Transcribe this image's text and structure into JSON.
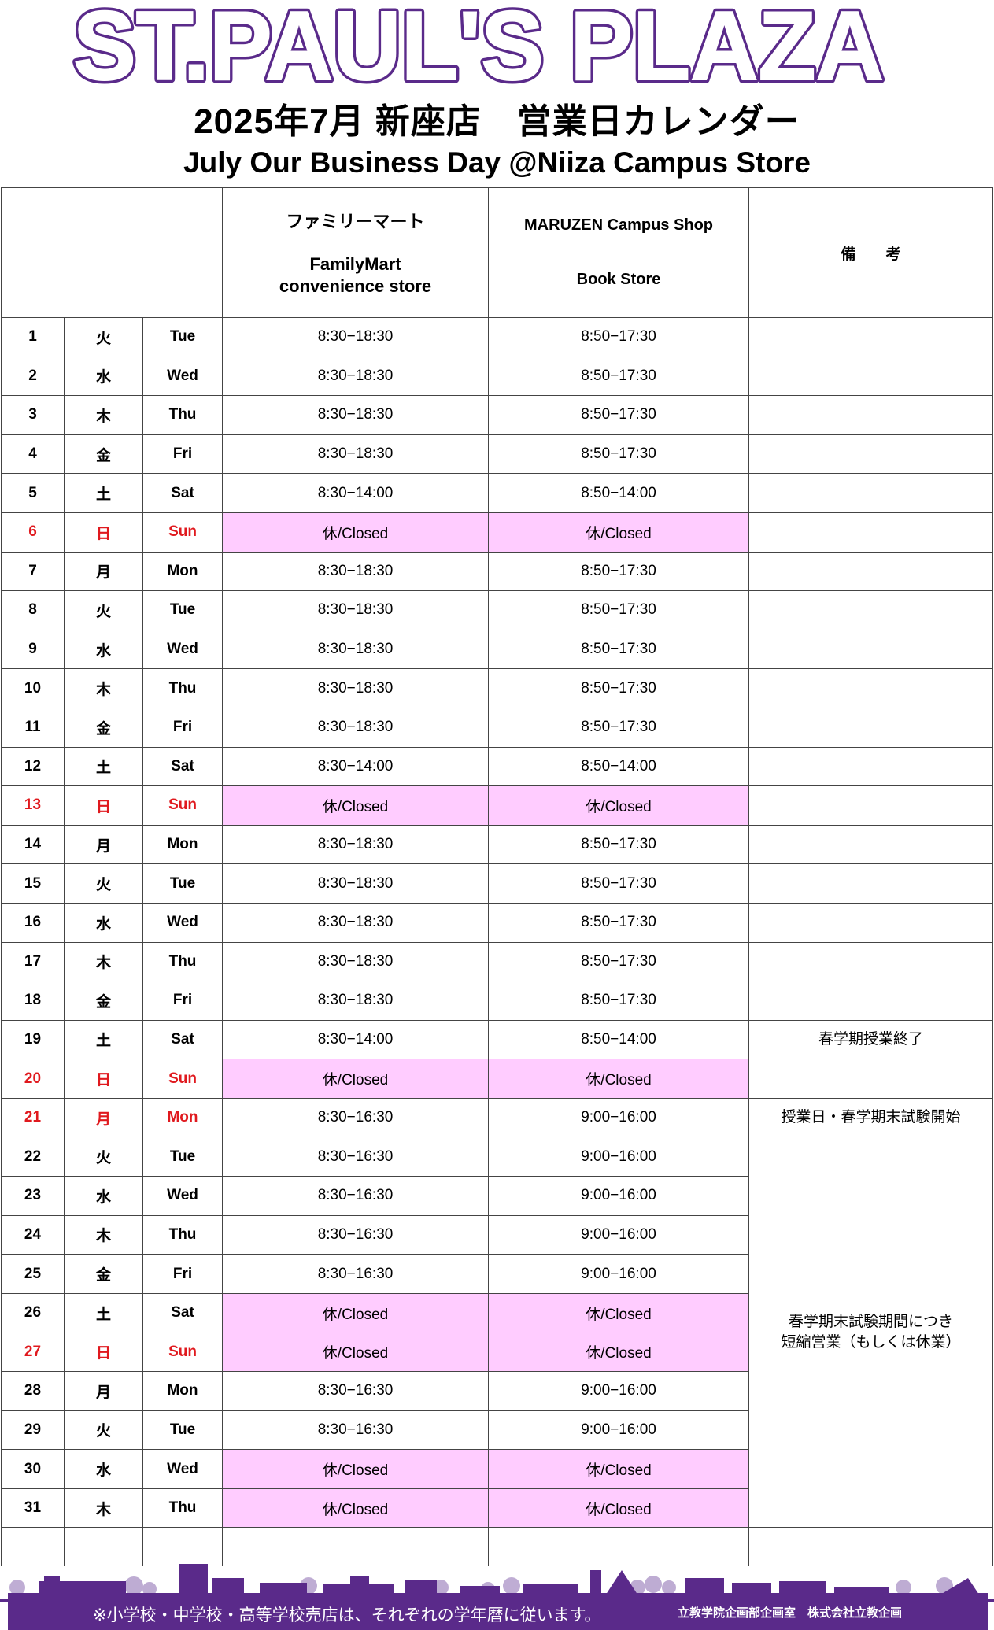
{
  "logo_text": "ST.PAUL'S PLAZA",
  "title_jp": "2025年7月 新座店　営業日カレンダー",
  "title_en": "July Our Business Day @Niiza Campus Store",
  "columns": {
    "familymart_jp": "ファミリーマート",
    "familymart_en": "FamilyMart\nconvenience store",
    "familymart_en_1": "FamilyMart",
    "familymart_en_2": "convenience store",
    "maruzen_1": "MARUZEN Campus Shop",
    "maruzen_2": "Book Store",
    "notes": "備　　考"
  },
  "closed_label": "休/Closed",
  "rows": [
    {
      "day": "1",
      "jp": "火",
      "en": "Tue",
      "fm": "8:30−18:30",
      "bk": "8:50−17:30",
      "sunday": false
    },
    {
      "day": "2",
      "jp": "水",
      "en": "Wed",
      "fm": "8:30−18:30",
      "bk": "8:50−17:30",
      "sunday": false
    },
    {
      "day": "3",
      "jp": "木",
      "en": "Thu",
      "fm": "8:30−18:30",
      "bk": "8:50−17:30",
      "sunday": false
    },
    {
      "day": "4",
      "jp": "金",
      "en": "Fri",
      "fm": "8:30−18:30",
      "bk": "8:50−17:30",
      "sunday": false
    },
    {
      "day": "5",
      "jp": "土",
      "en": "Sat",
      "fm": "8:30−14:00",
      "bk": "8:50−14:00",
      "sunday": false
    },
    {
      "day": "6",
      "jp": "日",
      "en": "Sun",
      "fm": "休/Closed",
      "bk": "休/Closed",
      "sunday": true,
      "closed": true
    },
    {
      "day": "7",
      "jp": "月",
      "en": "Mon",
      "fm": "8:30−18:30",
      "bk": "8:50−17:30",
      "sunday": false
    },
    {
      "day": "8",
      "jp": "火",
      "en": "Tue",
      "fm": "8:30−18:30",
      "bk": "8:50−17:30",
      "sunday": false
    },
    {
      "day": "9",
      "jp": "水",
      "en": "Wed",
      "fm": "8:30−18:30",
      "bk": "8:50−17:30",
      "sunday": false
    },
    {
      "day": "10",
      "jp": "木",
      "en": "Thu",
      "fm": "8:30−18:30",
      "bk": "8:50−17:30",
      "sunday": false
    },
    {
      "day": "11",
      "jp": "金",
      "en": "Fri",
      "fm": "8:30−18:30",
      "bk": "8:50−17:30",
      "sunday": false
    },
    {
      "day": "12",
      "jp": "土",
      "en": "Sat",
      "fm": "8:30−14:00",
      "bk": "8:50−14:00",
      "sunday": false
    },
    {
      "day": "13",
      "jp": "日",
      "en": "Sun",
      "fm": "休/Closed",
      "bk": "休/Closed",
      "sunday": true,
      "closed": true
    },
    {
      "day": "14",
      "jp": "月",
      "en": "Mon",
      "fm": "8:30−18:30",
      "bk": "8:50−17:30",
      "sunday": false
    },
    {
      "day": "15",
      "jp": "火",
      "en": "Tue",
      "fm": "8:30−18:30",
      "bk": "8:50−17:30",
      "sunday": false
    },
    {
      "day": "16",
      "jp": "水",
      "en": "Wed",
      "fm": "8:30−18:30",
      "bk": "8:50−17:30",
      "sunday": false
    },
    {
      "day": "17",
      "jp": "木",
      "en": "Thu",
      "fm": "8:30−18:30",
      "bk": "8:50−17:30",
      "sunday": false
    },
    {
      "day": "18",
      "jp": "金",
      "en": "Fri",
      "fm": "8:30−18:30",
      "bk": "8:50−17:30",
      "sunday": false
    },
    {
      "day": "19",
      "jp": "土",
      "en": "Sat",
      "fm": "8:30−14:00",
      "bk": "8:50−14:00",
      "sunday": false,
      "note": "春学期授業終了"
    },
    {
      "day": "20",
      "jp": "日",
      "en": "Sun",
      "fm": "休/Closed",
      "bk": "休/Closed",
      "sunday": true,
      "closed": true
    },
    {
      "day": "21",
      "jp": "月",
      "en": "Mon",
      "fm": "8:30−16:30",
      "bk": "9:00−16:00",
      "sunday": true,
      "note": "授業日・春学期末試験開始"
    },
    {
      "day": "22",
      "jp": "火",
      "en": "Tue",
      "fm": "8:30−16:30",
      "bk": "9:00−16:00",
      "sunday": false
    },
    {
      "day": "23",
      "jp": "水",
      "en": "Wed",
      "fm": "8:30−16:30",
      "bk": "9:00−16:00",
      "sunday": false
    },
    {
      "day": "24",
      "jp": "木",
      "en": "Thu",
      "fm": "8:30−16:30",
      "bk": "9:00−16:00",
      "sunday": false
    },
    {
      "day": "25",
      "jp": "金",
      "en": "Fri",
      "fm": "8:30−16:30",
      "bk": "9:00−16:00",
      "sunday": false
    },
    {
      "day": "26",
      "jp": "土",
      "en": "Sat",
      "fm": "休/Closed",
      "bk": "休/Closed",
      "sunday": false,
      "closed": true
    },
    {
      "day": "27",
      "jp": "日",
      "en": "Sun",
      "fm": "休/Closed",
      "bk": "休/Closed",
      "sunday": true,
      "closed": true
    },
    {
      "day": "28",
      "jp": "月",
      "en": "Mon",
      "fm": "8:30−16:30",
      "bk": "9:00−16:00",
      "sunday": false
    },
    {
      "day": "29",
      "jp": "火",
      "en": "Tue",
      "fm": "8:30−16:30",
      "bk": "9:00−16:00",
      "sunday": false
    },
    {
      "day": "30",
      "jp": "水",
      "en": "Wed",
      "fm": "休/Closed",
      "bk": "休/Closed",
      "sunday": false,
      "closed": true
    },
    {
      "day": "31",
      "jp": "木",
      "en": "Thu",
      "fm": "休/Closed",
      "bk": "休/Closed",
      "sunday": false,
      "closed": true
    }
  ],
  "exam_note_line1": "春学期末試験期間につき",
  "exam_note_line2": "短縮営業（もしくは休業）",
  "footer": {
    "notice": "※小学校・中学校・高等学校売店は、それぞれの学年暦に従います。",
    "credits": "立教学院企画部企画室　株式会社立教企画"
  },
  "colors": {
    "purple": "#5a2a8a",
    "closed_fill": "#ffccff",
    "sunday_red": "#e0191e"
  }
}
